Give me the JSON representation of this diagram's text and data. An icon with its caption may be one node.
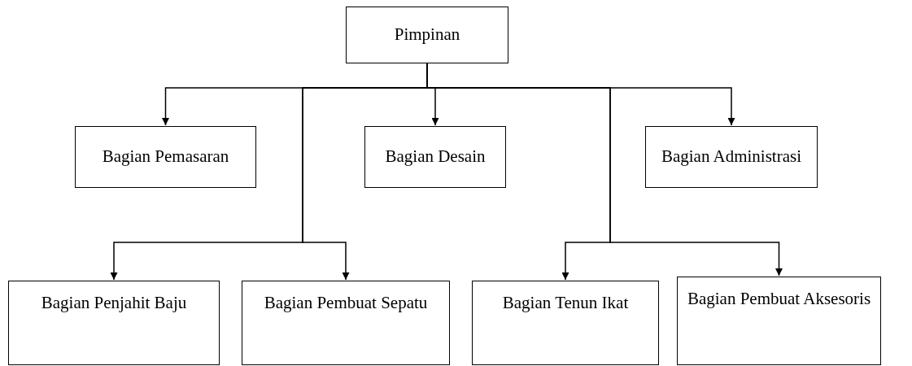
{
  "diagram": {
    "nodes": [
      {
        "text": [
          "Pimpinan"
        ]
      },
      {
        "text": [
          "Bagian Pemasaran"
        ]
      },
      {
        "text": [
          "Bagian Desain"
        ]
      },
      {
        "text": [
          "Bagian Administrasi"
        ]
      },
      {
        "text": [
          "Bagian Penjahit Baju"
        ]
      },
      {
        "text": [
          "Bagian Pembuat Sepatu"
        ]
      },
      {
        "text": [
          "Bagian Tenun Ikat"
        ]
      },
      {
        "text": [
          "Bagian Pembuat Aksesoris"
        ]
      }
    ],
    "edges": [
      {
        "from": 0,
        "to": 1,
        "arrow": "to"
      },
      {
        "from": 0,
        "to": 2,
        "arrow": "to"
      },
      {
        "from": 0,
        "to": 3,
        "arrow": "to"
      },
      {
        "from": 0,
        "to": 4,
        "arrow": "to"
      },
      {
        "from": 0,
        "to": 5,
        "arrow": "to"
      },
      {
        "from": 0,
        "to": 6,
        "arrow": "to"
      },
      {
        "from": 0,
        "to": 7,
        "arrow": "to"
      }
    ]
  }
}
